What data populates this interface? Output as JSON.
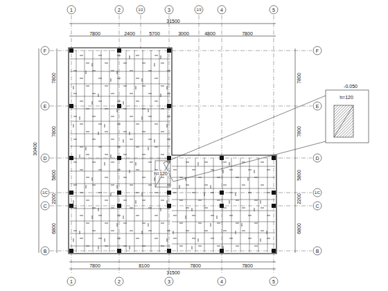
{
  "diagram": {
    "labels": [
      "7800",
      "2400",
      "5700",
      "3000",
      "4800",
      "7800",
      "31500",
      "1",
      "2",
      "1/2",
      "3",
      "1/3",
      "4",
      "5",
      "7800",
      "8100",
      "7800",
      "7800",
      "31500",
      "1",
      "2",
      "3",
      "4",
      "5",
      "F",
      "E",
      "D",
      "1/C",
      "C",
      "B",
      "F",
      "E",
      "D",
      "1/C",
      "C",
      "B",
      "7800",
      "7800",
      "5800",
      "2200",
      "6800",
      "30400",
      "7800",
      "7800",
      "5800",
      "2200",
      "6800",
      "h=120",
      "h=120",
      "-0.050"
    ]
  }
}
